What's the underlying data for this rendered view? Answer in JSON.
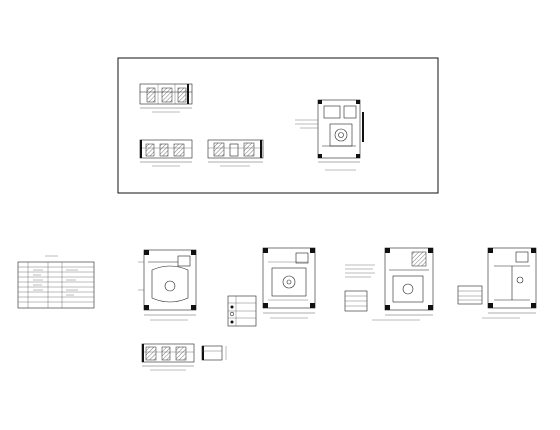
{
  "drawing": {
    "sheet_title": "",
    "views": [
      {
        "id": "elevation-1",
        "kind": "elevation"
      },
      {
        "id": "elevation-2",
        "kind": "elevation"
      },
      {
        "id": "elevation-3",
        "kind": "elevation"
      },
      {
        "id": "key-plan",
        "kind": "plan"
      },
      {
        "id": "legend-table",
        "kind": "table"
      },
      {
        "id": "floor-plan-1",
        "kind": "plan"
      },
      {
        "id": "floor-plan-2",
        "kind": "plan"
      },
      {
        "id": "floor-plan-3",
        "kind": "plan"
      },
      {
        "id": "floor-plan-4",
        "kind": "plan"
      },
      {
        "id": "section-elevation",
        "kind": "elevation"
      },
      {
        "id": "detail-small",
        "kind": "detail"
      }
    ],
    "colors": {
      "line": "#111111",
      "background": "#ffffff"
    }
  }
}
